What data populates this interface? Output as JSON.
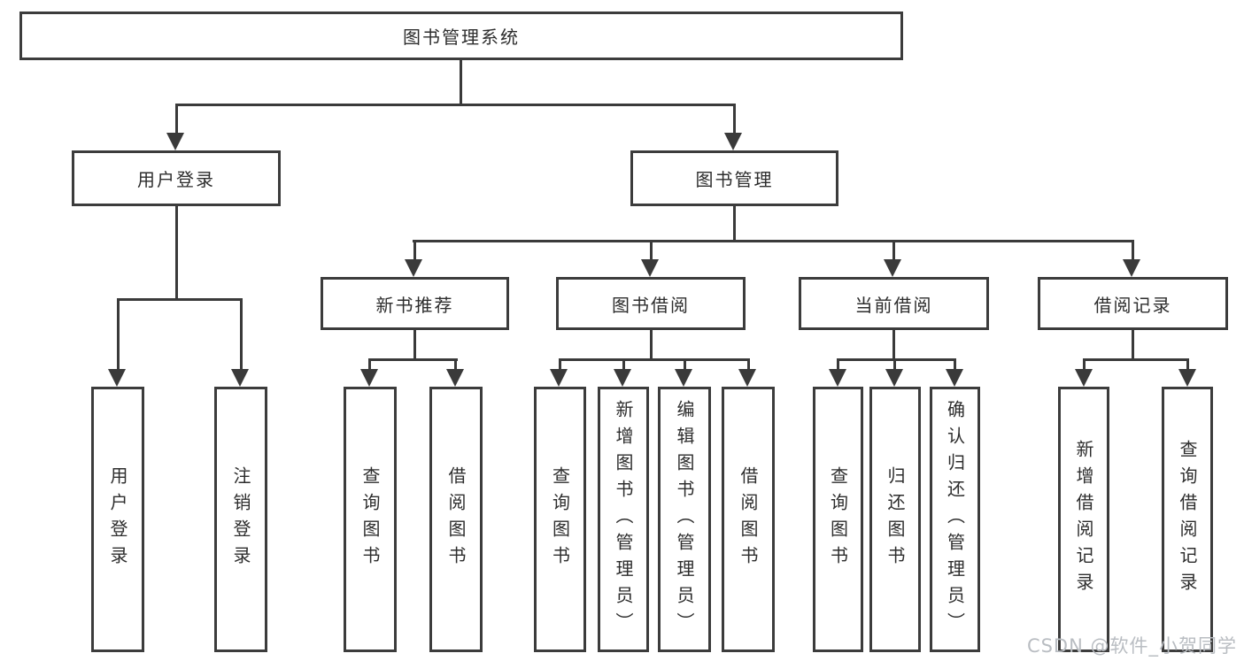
{
  "nodes": {
    "root": "图书管理系统",
    "user_login": "用户登录",
    "book_mgmt": "图书管理",
    "new_book_rec": "新书推荐",
    "book_borrow": "图书借阅",
    "current_borrow": "当前借阅",
    "borrow_records": "借阅记录",
    "ul_login": "用户登录",
    "ul_logout": "注销登录",
    "nbr_query": "查询图书",
    "nbr_borrow": "借阅图书",
    "bb_query": "查询图书",
    "bb_add": "新增图书（管理员）",
    "bb_edit": "编辑图书（管理员）",
    "bb_borrow": "借阅图书",
    "cb_query": "查询图书",
    "cb_return": "归还图书",
    "cb_confirm": "确认归还（管理员）",
    "br_add": "新增借阅记录",
    "br_query": "查询借阅记录"
  },
  "watermark": "CSDN @软件_小贺同学",
  "colors": {
    "line": "#3a3a3a",
    "box_border": "#3c3c3c",
    "text": "#2d2d2d",
    "watermark": "#b9bdc2",
    "background": "#ffffff"
  }
}
